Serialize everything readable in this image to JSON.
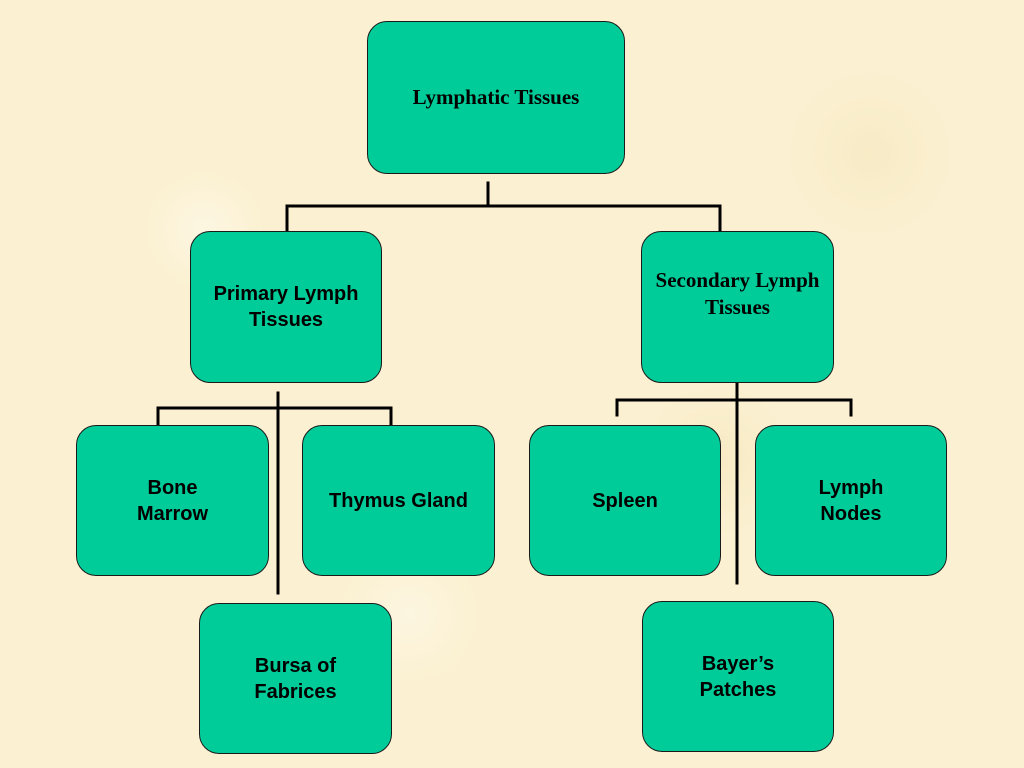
{
  "diagram": {
    "root": "Lymphatic Tissues",
    "primary": "Primary Lymph\nTissues",
    "secondary": "Secondary Lymph\nTissues",
    "bone_marrow": "Bone\nMarrow",
    "thymus": "Thymus Gland",
    "spleen": "Spleen",
    "lymph_nodes": "Lymph\nNodes",
    "bursa": "Bursa of\nFabrices",
    "bayer": "Bayer’s\nPatches"
  },
  "colors": {
    "background": "#fbf1d2",
    "node_fill": "#00cc99",
    "node_border": "#1a1a1a",
    "connector": "#000000"
  }
}
